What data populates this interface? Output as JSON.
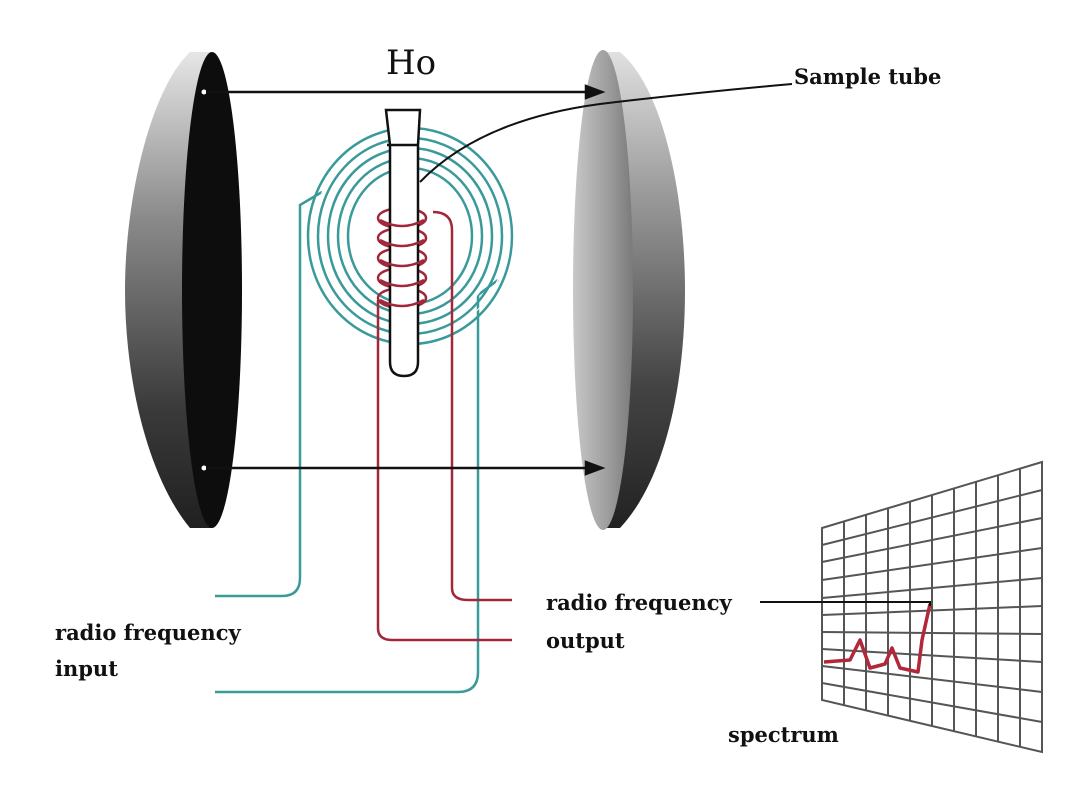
{
  "labels": {
    "field": "Ho",
    "sample_tube": "Sample tube",
    "rf_input_line1": "radio frequency",
    "rf_input_line2": "input",
    "rf_output_line1": "radio frequency",
    "rf_output_line2": "output",
    "spectrum": "spectrum"
  },
  "colors": {
    "magnet_dark": "#1a1a1a",
    "magnet_light": "#9a9a9a",
    "sweep_coil": "#3a9a9a",
    "rf_coil": "#a0283a",
    "arrow": "#111111",
    "grid": "#555555",
    "trace": "#b0283a"
  },
  "icons": {
    "left_magnet": "magnet-pole-icon",
    "right_magnet": "magnet-pole-icon",
    "sample_tube": "test-tube-icon",
    "spectrum_screen": "grid-screen-icon"
  }
}
